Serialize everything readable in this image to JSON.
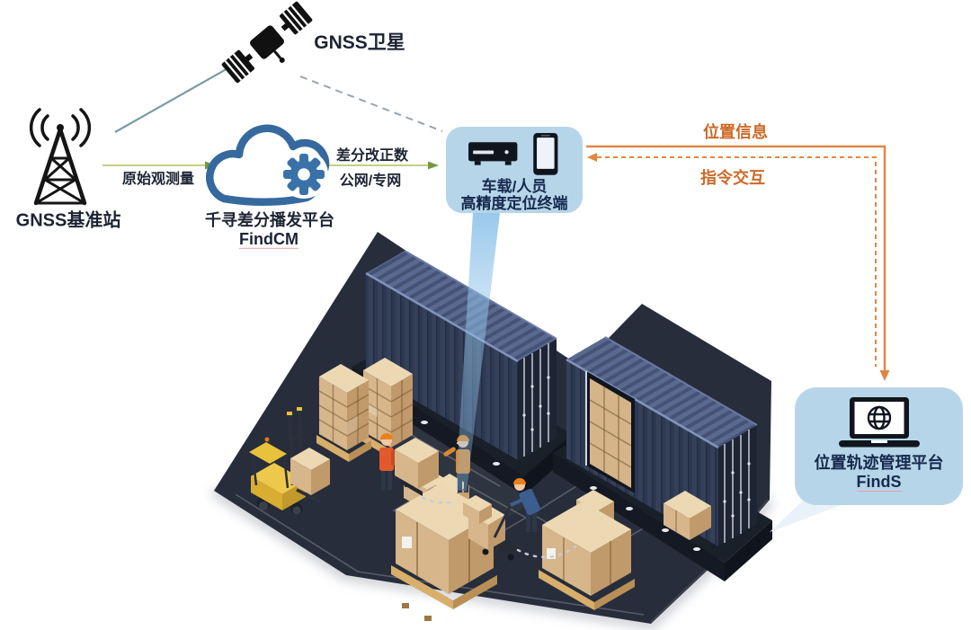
{
  "diagram": {
    "satellite_label": "GNSS卫星",
    "station_label": "GNSS基准站",
    "raw_obs_label": "原始观测量",
    "cloud_title": "千寻差分播发平台",
    "cloud_name": "FindCM",
    "corr_line1": "差分改正数",
    "corr_line2": "公网/专网",
    "pos_info_label": "位置信息",
    "cmd_label": "指令交互",
    "terminal_line1": "车载/人员",
    "terminal_line2": "高精度定位终端",
    "platform_title": "位置轨迹管理平台",
    "platform_name": "FindS"
  },
  "colors": {
    "bubble_blue": "#b7d5e9",
    "cloud_blue": "#36699e",
    "arrow_green_line": "#c3cf86",
    "arrow_green_head": "#74993f",
    "arrow_orange": "#df8742",
    "label_orange": "#cc6a28",
    "ground_dark": "#272d3a",
    "container_navy": "#2d3852",
    "container_roof": "#59698f",
    "box_tan": "#d6b68a",
    "forklift_yellow": "#e8c23a",
    "beam_blue": "#8fc1e6"
  },
  "icons": {
    "satellite": "satellite-icon",
    "base_station": "radio-tower-icon",
    "cloud": "cloud-gear-icon",
    "terminal": [
      "receiver-icon",
      "smartphone-icon"
    ],
    "platform": "laptop-globe-icon"
  }
}
